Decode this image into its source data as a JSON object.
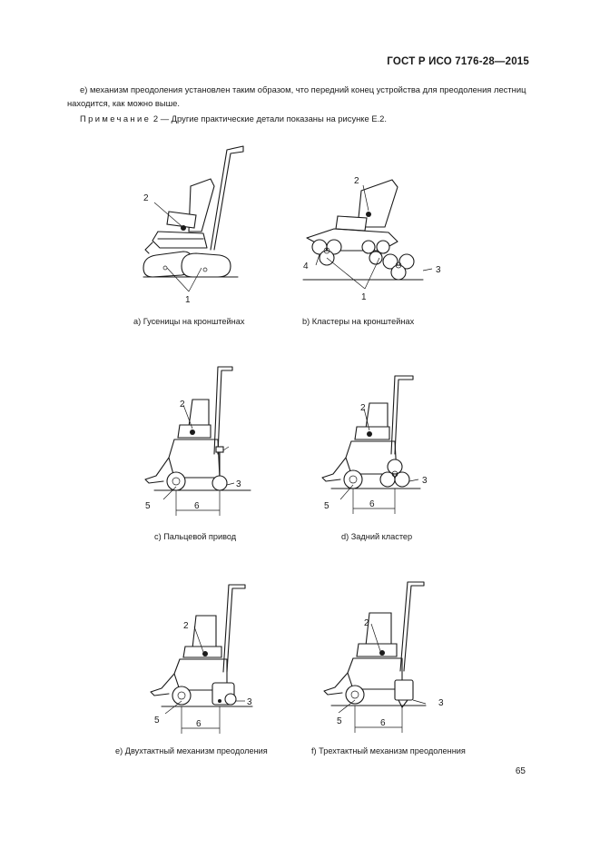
{
  "header": {
    "standard": "ГОСТ Р ИСО 7176-28—2015"
  },
  "text": {
    "paragraph_e": "е) механизм преодоления установлен таким образом, что передний конец устройства для преодоления лестниц находится, как можно выше.",
    "note_word": "Примечание",
    "note_text": "2 — Другие практические детали показаны на рисунке Е.2."
  },
  "figures": {
    "a": {
      "caption": "а) Гусеницы на кронштейнах",
      "labels": [
        "2",
        "1"
      ]
    },
    "b": {
      "caption": "b) Кластеры на кронштейнах",
      "labels": [
        "2",
        "4",
        "3",
        "1"
      ]
    },
    "c": {
      "caption": "с) Пальцевой привод",
      "labels": [
        "2",
        "3",
        "5",
        "6"
      ]
    },
    "d": {
      "caption": "d) Задний кластер",
      "labels": [
        "2",
        "3",
        "5",
        "6"
      ]
    },
    "e": {
      "caption": "е) Двухтактный механизм преодоления",
      "labels": [
        "2",
        "5",
        "3",
        "6"
      ]
    },
    "f": {
      "caption": "f) Трехтактный механизм преодоленния",
      "labels": [
        "2",
        "5",
        "3",
        "6"
      ]
    }
  },
  "footer": {
    "page_number": "65"
  }
}
